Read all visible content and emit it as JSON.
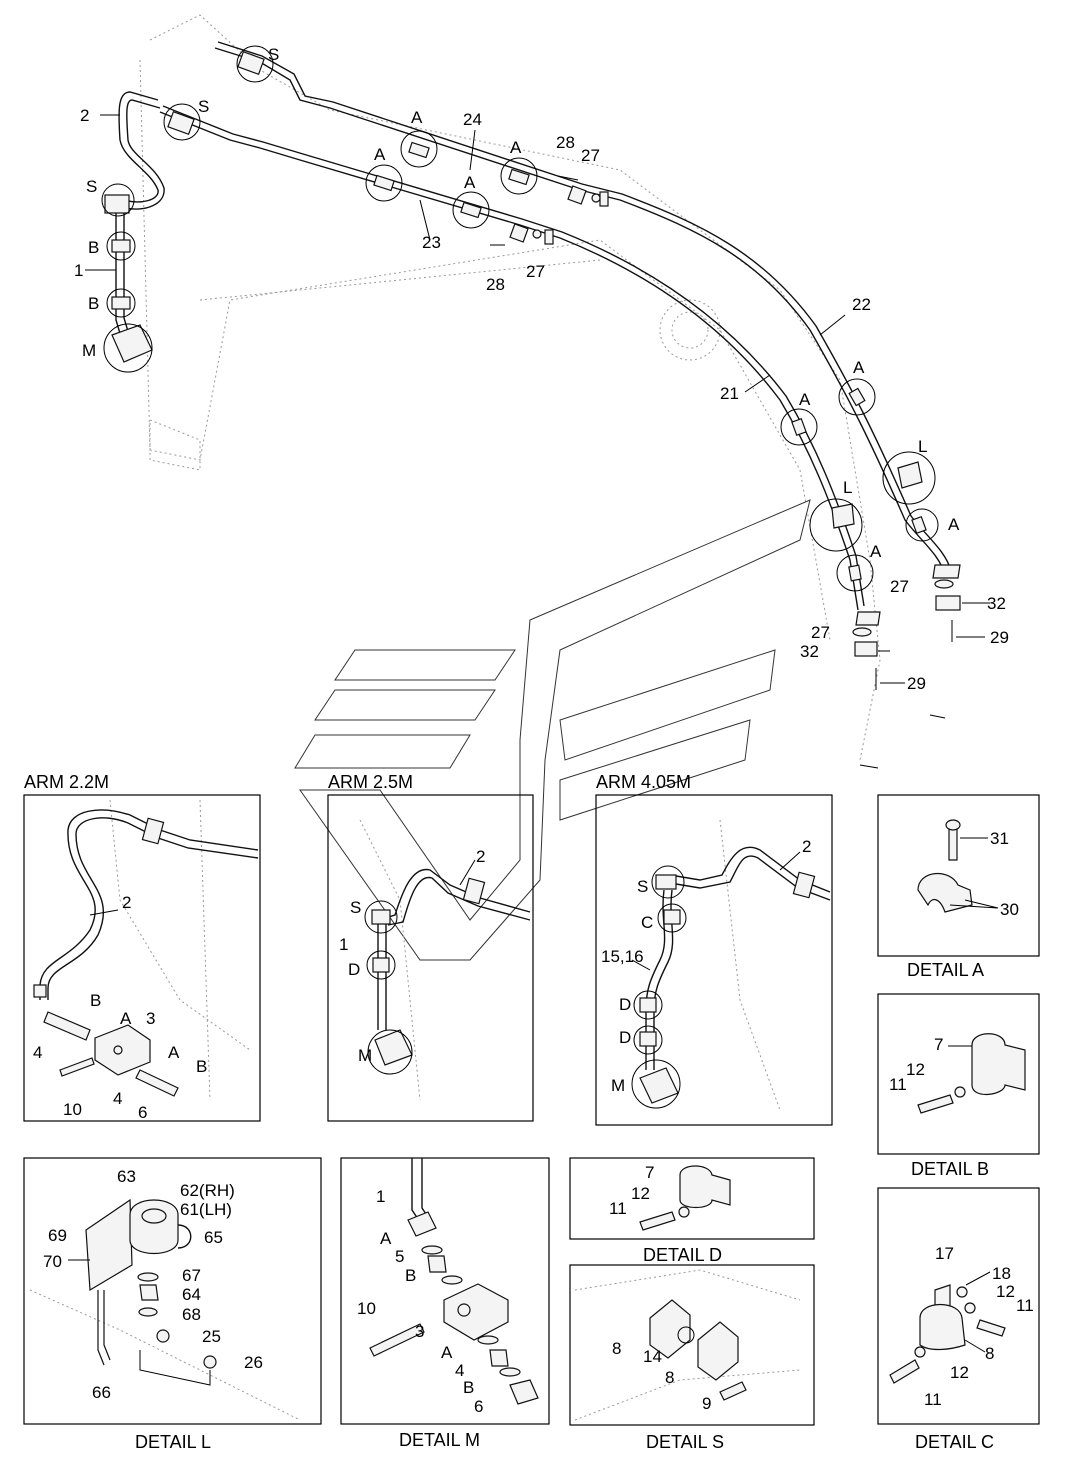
{
  "main_callouts": {
    "s1": "S",
    "s2": "S",
    "s3": "S",
    "n2": "2",
    "n24": "24",
    "n28a": "28",
    "n27a": "27",
    "a1": "A",
    "a2": "A",
    "a3": "A",
    "a4": "A",
    "n23": "23",
    "n28b": "28",
    "n27b": "27",
    "b1": "B",
    "b2": "B",
    "n1": "1",
    "m1": "M",
    "n22": "22",
    "n21": "21",
    "a5": "A",
    "a6": "A",
    "a7": "A",
    "a8": "A",
    "l1": "L",
    "l2": "L",
    "n27c": "27",
    "n32a": "32",
    "n29a": "29",
    "n27d": "27",
    "n32b": "32",
    "n29b": "29"
  },
  "arm22": {
    "title": "ARM 2.2M",
    "labels": [
      "2",
      "B",
      "A",
      "3",
      "4",
      "A",
      "B",
      "10",
      "4",
      "6"
    ]
  },
  "arm25": {
    "title": "ARM 2.5M",
    "labels": [
      "2",
      "S",
      "1",
      "D",
      "M"
    ]
  },
  "arm405": {
    "title": "ARM 4.05M",
    "labels": [
      "2",
      "S",
      "C",
      "15,16",
      "D",
      "D",
      "M"
    ]
  },
  "detail_a": {
    "caption": "DETAIL  A",
    "labels": [
      "31",
      "30"
    ]
  },
  "detail_b": {
    "caption": "DETAIL  B",
    "labels": [
      "7",
      "12",
      "11"
    ]
  },
  "detail_c": {
    "caption": "DETAIL  C",
    "labels": [
      "17",
      "18",
      "12",
      "11",
      "8",
      "12",
      "11"
    ]
  },
  "detail_d": {
    "caption": "DETAIL  D",
    "labels": [
      "7",
      "12",
      "11"
    ]
  },
  "detail_s": {
    "caption": "DETAIL  S",
    "labels": [
      "8",
      "14",
      "8",
      "9"
    ]
  },
  "detail_m": {
    "caption": "DETAIL  M",
    "labels": [
      "1",
      "A",
      "5",
      "B",
      "10",
      "3",
      "A",
      "4",
      "B",
      "6"
    ]
  },
  "detail_l": {
    "caption": "DETAIL  L",
    "labels": [
      "63",
      "62(RH)",
      "61(LH)",
      "65",
      "69",
      "70",
      "67",
      "64",
      "68",
      "25",
      "26",
      "66"
    ]
  }
}
